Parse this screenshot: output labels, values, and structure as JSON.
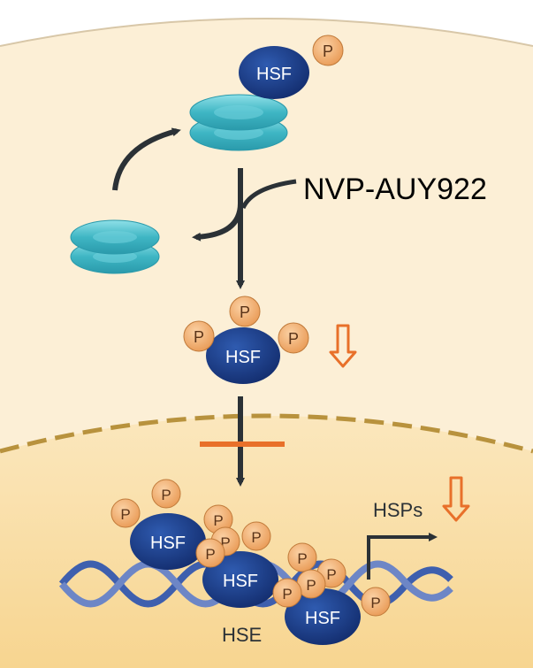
{
  "drug_label": "NVP-AUY922",
  "hsf_label": "HSF",
  "phospho_label": "P",
  "hsps_label": "HSPs",
  "hse_label": "HSE",
  "colors": {
    "cytoplasm": "#fcefd6",
    "nucleus": "#fbe4b0",
    "hsf": "#1d3f8f",
    "phospho": "#f5b57a",
    "hsp90": "#4fc3cf",
    "arrow": "#2b3136",
    "orange_mark": "#e8702a",
    "dna": "#3e5fae"
  },
  "icons": {
    "hsp90_dimer": "stacked-cyan-torus-icon",
    "decrease": "down-arrow-outline-icon",
    "inhibition": "bar-block-icon"
  }
}
